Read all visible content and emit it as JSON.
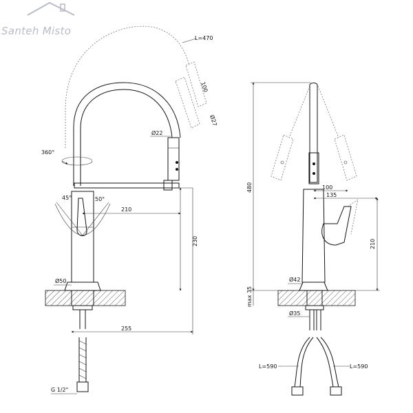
{
  "brand": {
    "name": "Santeh Misto",
    "logo_color": "#b9bcc8"
  },
  "front_view": {
    "spout_length": "L=470",
    "head_extension": "100",
    "head_diameter": "Ø27",
    "spout_diameter": "Ø22",
    "rotation": "360°",
    "lever_angle_left": "45°",
    "lever_angle_right": "50°",
    "lever_to_head": "210",
    "height_to_spout": "230",
    "body_diameter": "Ø50",
    "reach": "255",
    "thread": "G 1/2\""
  },
  "side_view": {
    "total_height": "480",
    "head_offset": "100",
    "spout_offset": "135",
    "spout_height": "210",
    "body_diameter": "Ø42",
    "max_thickness": "max 35",
    "shank_diameter": "Ø35",
    "hose_left": "L=590",
    "hose_right": "L=590"
  }
}
